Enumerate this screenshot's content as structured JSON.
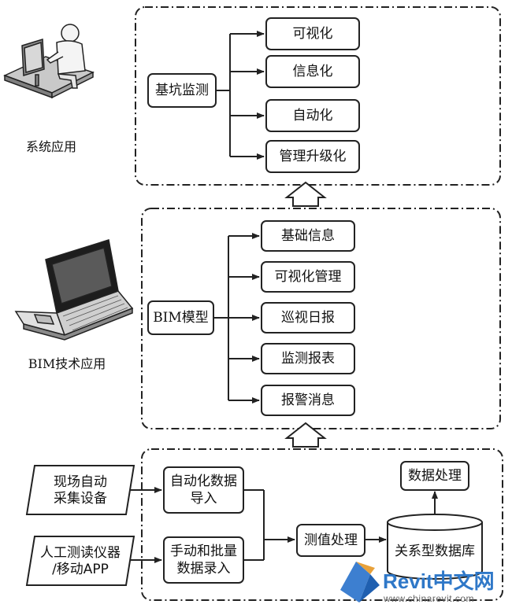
{
  "top_section": {
    "icon_label": "系统应用",
    "source": "基坑监测",
    "items": [
      "可视化",
      "信息化",
      "自动化",
      "管理升级化"
    ]
  },
  "middle_section": {
    "icon_label": "BIM技术应用",
    "source": "BIM模型",
    "items": [
      "基础信息",
      "可视化管理",
      "巡视日报",
      "监测报表",
      "报警消息"
    ]
  },
  "bottom_section": {
    "input_auto": "现场自动\n采集设备",
    "input_manual": "人工测读仪器\n/移动APP",
    "import_auto": "自动化数据\n导入",
    "import_manual": "手动和批量\n数据录入",
    "processing": "测值处理",
    "database": "关系型数据库",
    "data_processing": "数据处理"
  },
  "watermark": {
    "brand": "Revit",
    "brand_cn": "中文网",
    "url": "www.chinarevit.com"
  },
  "colors": {
    "stroke": "#222222",
    "watermark_blue": "#2f78c8",
    "watermark_orange": "#e8a13a"
  }
}
